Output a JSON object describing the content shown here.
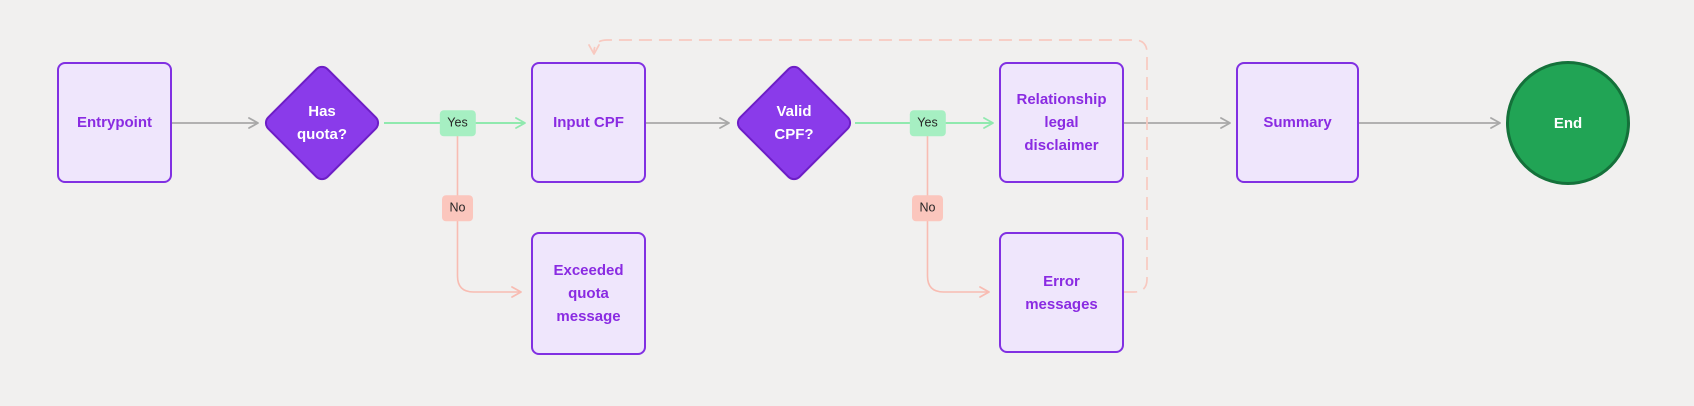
{
  "diagram": {
    "type": "flowchart",
    "background": "#f1f0ef",
    "nodes": [
      {
        "id": "entrypoint",
        "label": "Entrypoint",
        "shape": "rect"
      },
      {
        "id": "has-quota",
        "label": "Has quota?",
        "shape": "diamond"
      },
      {
        "id": "input-cpf",
        "label": "Input CPF",
        "shape": "rect"
      },
      {
        "id": "valid-cpf",
        "label": "Valid CPF?",
        "shape": "diamond"
      },
      {
        "id": "relationship-legal-disclaimer",
        "label": "Relationship legal disclaimer",
        "shape": "rect"
      },
      {
        "id": "summary",
        "label": "Summary",
        "shape": "rect"
      },
      {
        "id": "end",
        "label": "End",
        "shape": "circle"
      },
      {
        "id": "exceeded-quota-message",
        "label": "Exceeded quota message",
        "shape": "rect"
      },
      {
        "id": "error-messages",
        "label": "Error messages",
        "shape": "rect"
      }
    ],
    "edges": [
      {
        "from": "entrypoint",
        "to": "has-quota",
        "label": "",
        "style": "gray-solid"
      },
      {
        "from": "has-quota",
        "to": "input-cpf",
        "label": "Yes",
        "style": "green-solid"
      },
      {
        "from": "has-quota",
        "to": "exceeded-quota-message",
        "label": "No",
        "style": "pink-solid"
      },
      {
        "from": "input-cpf",
        "to": "valid-cpf",
        "label": "",
        "style": "gray-solid"
      },
      {
        "from": "valid-cpf",
        "to": "relationship-legal-disclaimer",
        "label": "Yes",
        "style": "green-solid"
      },
      {
        "from": "valid-cpf",
        "to": "error-messages",
        "label": "No",
        "style": "pink-solid"
      },
      {
        "from": "relationship-legal-disclaimer",
        "to": "summary",
        "label": "",
        "style": "gray-solid"
      },
      {
        "from": "summary",
        "to": "end",
        "label": "",
        "style": "gray-solid"
      },
      {
        "from": "error-messages",
        "to": "input-cpf",
        "label": "",
        "style": "pink-dashed"
      }
    ],
    "colors": {
      "node_fill": "#efe6fc",
      "node_border": "#8130e2",
      "node_text": "#8a2be2",
      "decision_fill": "#8a3bea",
      "decision_border": "#6d1ec6",
      "decision_text": "#ffffff",
      "end_fill": "#21a455",
      "end_border": "#14713a",
      "end_text": "#ffffff",
      "edge_gray": "#a8a8a8",
      "edge_green": "#90e9ae",
      "edge_pink": "#f8bcb2",
      "edge_dashed_pink": "#f8c9c0",
      "badge_yes_bg": "#a6efc2",
      "badge_no_bg": "#fbc6bd",
      "badge_text": "#262626",
      "background": "#f1f0ef"
    }
  }
}
